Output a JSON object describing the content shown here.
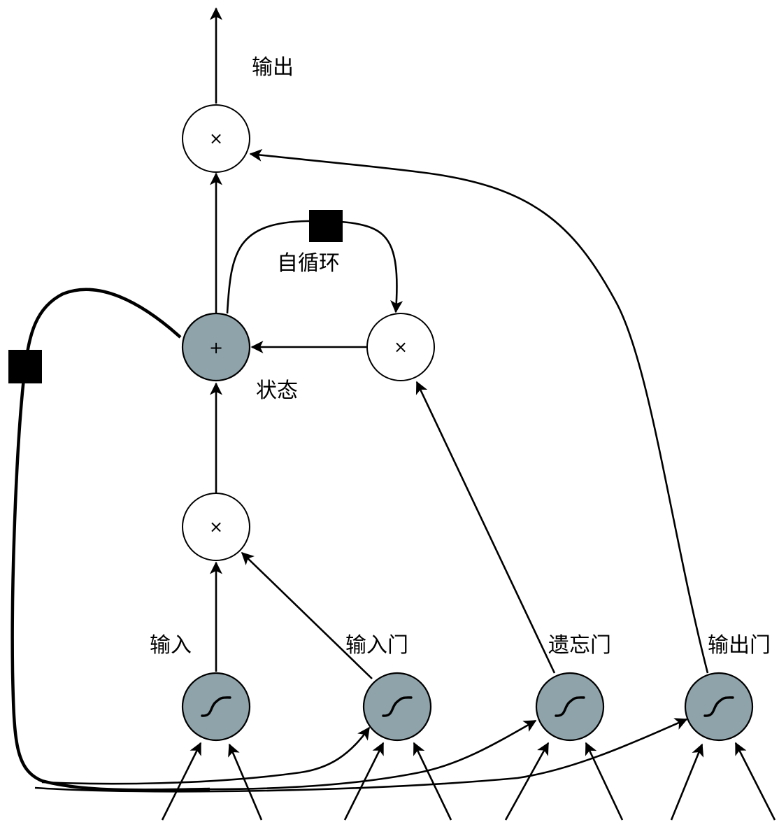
{
  "labels": {
    "output": "输出",
    "self_loop": "自循环",
    "state": "状态",
    "input": "输入",
    "input_gate": "输入门",
    "forget_gate": "遗忘门",
    "output_gate": "输出门"
  },
  "symbols": {
    "multiply": "×",
    "add": "+"
  },
  "colors": {
    "gate_fill": "#8fa3aa",
    "delay_box": "#000000"
  }
}
